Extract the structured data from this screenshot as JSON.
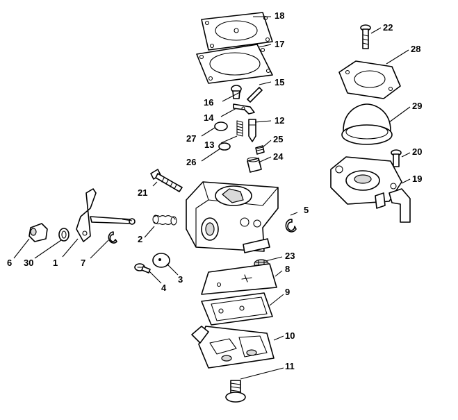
{
  "colors": {
    "line": "#000000",
    "background": "#ffffff",
    "shade": "#d9d9d9"
  },
  "callouts": {
    "c1": "1",
    "c2": "2",
    "c3": "3",
    "c4": "4",
    "c5": "5",
    "c6": "6",
    "c7": "7",
    "c8": "8",
    "c9": "9",
    "c10": "10",
    "c11": "11",
    "c12": "12",
    "c13": "13",
    "c14": "14",
    "c15": "15",
    "c16": "16",
    "c17": "17",
    "c18": "18",
    "c19": "19",
    "c20": "20",
    "c21": "21",
    "c22": "22",
    "c23": "23",
    "c24": "24",
    "c25": "25",
    "c26": "26",
    "c27": "27",
    "c28": "28",
    "c29": "29",
    "c30": "30"
  }
}
